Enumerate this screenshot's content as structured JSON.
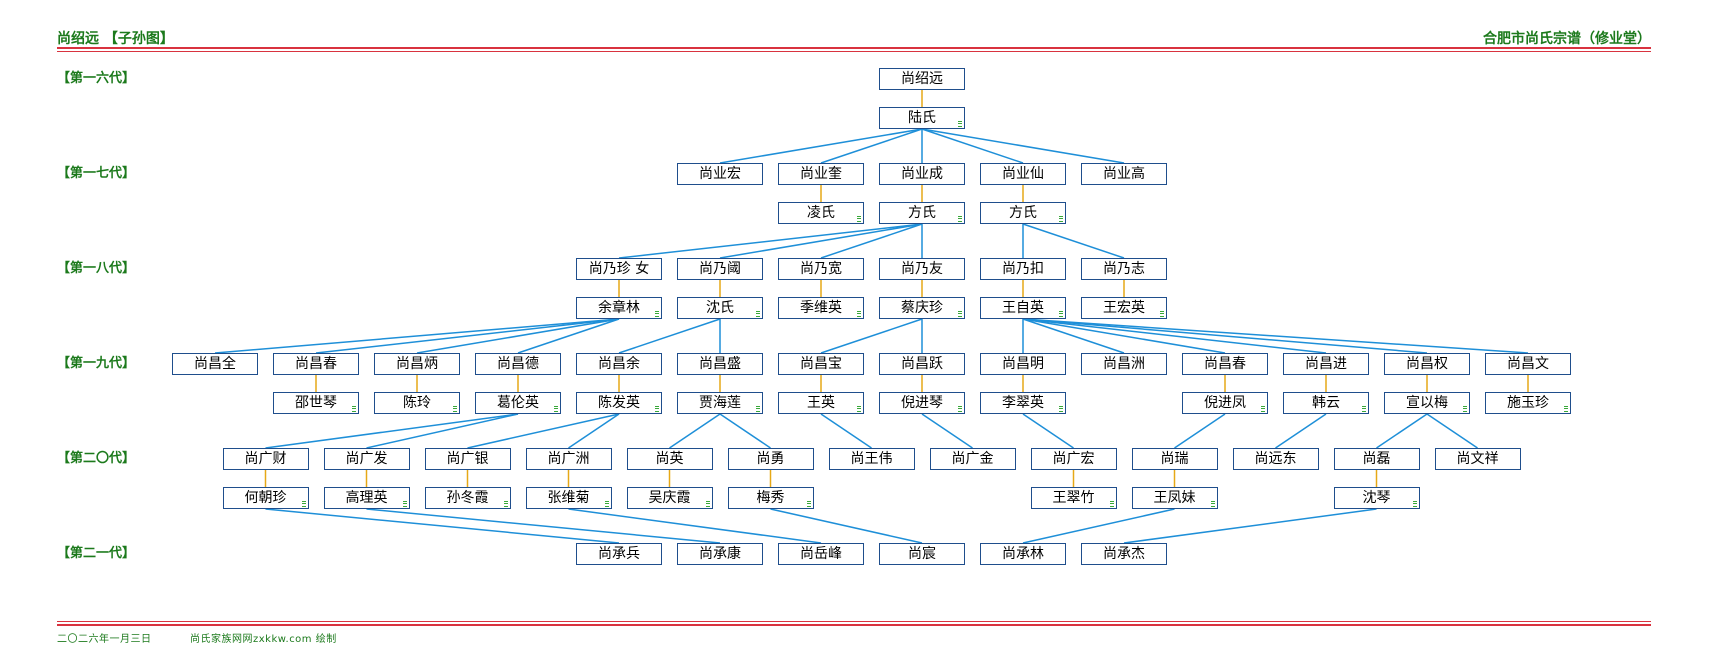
{
  "header": {
    "title_left": "尚绍远 【子孙图】",
    "title_right": "合肥市尚氏宗谱（修业堂）"
  },
  "footer": {
    "date": "二〇二六年一月三日",
    "site": "尚氏家族网网zxkkw.com 绘制"
  },
  "generations": [
    "【第一六代】",
    "【第一七代】",
    "【第一八代】",
    "【第一九代】",
    "【第二〇代】",
    "【第二一代】"
  ],
  "colors": {
    "title": "#1c7a1c",
    "rule": "#d9333f",
    "node_border": "#1f4e8c",
    "descent_line": "#1e8fd8",
    "spouse_line": "#e6a817",
    "marker": "#39a839"
  },
  "nodes": [
    {
      "id": "n1",
      "name": "尚绍远",
      "gen": 0,
      "slot": 7,
      "kind": "member"
    },
    {
      "id": "s1",
      "name": "陆氏",
      "gen": 0,
      "slot": 7,
      "kind": "spouse",
      "marked": true,
      "of": "n1"
    },
    {
      "id": "g17a",
      "name": "尚业宏",
      "gen": 1,
      "slot": 5,
      "kind": "member",
      "from": "s1"
    },
    {
      "id": "g17b",
      "name": "尚业奎",
      "gen": 1,
      "slot": 6,
      "kind": "member",
      "from": "s1"
    },
    {
      "id": "g17c",
      "name": "尚业成",
      "gen": 1,
      "slot": 7,
      "kind": "member",
      "from": "s1"
    },
    {
      "id": "g17d",
      "name": "尚业仙",
      "gen": 1,
      "slot": 8,
      "kind": "member",
      "from": "s1"
    },
    {
      "id": "g17e",
      "name": "尚业高",
      "gen": 1,
      "slot": 9,
      "kind": "member",
      "from": "s1"
    },
    {
      "id": "s17b",
      "name": "凌氏",
      "gen": 1,
      "slot": 6,
      "kind": "spouse",
      "marked": true,
      "of": "g17b"
    },
    {
      "id": "s17c",
      "name": "方氏",
      "gen": 1,
      "slot": 7,
      "kind": "spouse",
      "marked": true,
      "of": "g17c"
    },
    {
      "id": "s17d",
      "name": "方氏",
      "gen": 1,
      "slot": 8,
      "kind": "spouse",
      "marked": true,
      "of": "g17d"
    },
    {
      "id": "g18a",
      "name": "尚乃珍 女",
      "gen": 2,
      "slot": 4,
      "kind": "member",
      "from": "s17c"
    },
    {
      "id": "g18b",
      "name": "尚乃阈",
      "gen": 2,
      "slot": 5,
      "kind": "member",
      "from": "s17c"
    },
    {
      "id": "g18c",
      "name": "尚乃宽",
      "gen": 2,
      "slot": 6,
      "kind": "member",
      "from": "s17c"
    },
    {
      "id": "g18d",
      "name": "尚乃友",
      "gen": 2,
      "slot": 7,
      "kind": "member",
      "from": "s17c"
    },
    {
      "id": "g18e",
      "name": "尚乃扣",
      "gen": 2,
      "slot": 8,
      "kind": "member",
      "from": "s17d"
    },
    {
      "id": "g18f",
      "name": "尚乃志",
      "gen": 2,
      "slot": 9,
      "kind": "member",
      "from": "s17d"
    },
    {
      "id": "s18a",
      "name": "余章林",
      "gen": 2,
      "slot": 4,
      "kind": "spouse",
      "marked": true,
      "of": "g18a"
    },
    {
      "id": "s18b",
      "name": "沈氏",
      "gen": 2,
      "slot": 5,
      "kind": "spouse",
      "marked": true,
      "of": "g18b"
    },
    {
      "id": "s18c",
      "name": "季维英",
      "gen": 2,
      "slot": 6,
      "kind": "spouse",
      "marked": true,
      "of": "g18c"
    },
    {
      "id": "s18d",
      "name": "蔡庆珍",
      "gen": 2,
      "slot": 7,
      "kind": "spouse",
      "marked": true,
      "of": "g18d"
    },
    {
      "id": "s18e",
      "name": "王自英",
      "gen": 2,
      "slot": 8,
      "kind": "spouse",
      "marked": true,
      "of": "g18e"
    },
    {
      "id": "s18f",
      "name": "王宏英",
      "gen": 2,
      "slot": 9,
      "kind": "spouse",
      "marked": true,
      "of": "g18f"
    },
    {
      "id": "g19a",
      "name": "尚昌全",
      "gen": 3,
      "slot": 0,
      "kind": "member",
      "from": "s18a"
    },
    {
      "id": "g19b",
      "name": "尚昌春",
      "gen": 3,
      "slot": 1,
      "kind": "member",
      "from": "s18a"
    },
    {
      "id": "g19c",
      "name": "尚昌炳",
      "gen": 3,
      "slot": 2,
      "kind": "member",
      "from": "s18a"
    },
    {
      "id": "g19d",
      "name": "尚昌德",
      "gen": 3,
      "slot": 3,
      "kind": "member",
      "from": "s18a"
    },
    {
      "id": "g19e",
      "name": "尚昌余",
      "gen": 3,
      "slot": 4,
      "kind": "member",
      "from": "s18b"
    },
    {
      "id": "g19f",
      "name": "尚昌盛",
      "gen": 3,
      "slot": 5,
      "kind": "member",
      "from": "s18b"
    },
    {
      "id": "g19g",
      "name": "尚昌宝",
      "gen": 3,
      "slot": 6,
      "kind": "member",
      "from": "s18d"
    },
    {
      "id": "g19h",
      "name": "尚昌跃",
      "gen": 3,
      "slot": 7,
      "kind": "member",
      "from": "s18d"
    },
    {
      "id": "g19i",
      "name": "尚昌明",
      "gen": 3,
      "slot": 8,
      "kind": "member",
      "from": "s18e"
    },
    {
      "id": "g19j",
      "name": "尚昌洲",
      "gen": 3,
      "slot": 9,
      "kind": "member",
      "from": "s18e"
    },
    {
      "id": "g19k",
      "name": "尚昌春",
      "gen": 3,
      "slot": 10,
      "kind": "member",
      "from": "s18e"
    },
    {
      "id": "g19l",
      "name": "尚昌进",
      "gen": 3,
      "slot": 11,
      "kind": "member",
      "from": "s18e"
    },
    {
      "id": "g19m",
      "name": "尚昌权",
      "gen": 3,
      "slot": 12,
      "kind": "member",
      "from": "s18e"
    },
    {
      "id": "g19n",
      "name": "尚昌文",
      "gen": 3,
      "slot": 13,
      "kind": "member",
      "from": "s18e"
    },
    {
      "id": "s19b",
      "name": "邵世琴",
      "gen": 3,
      "slot": 1,
      "kind": "spouse",
      "marked": true,
      "of": "g19b"
    },
    {
      "id": "s19c",
      "name": "陈玲",
      "gen": 3,
      "slot": 2,
      "kind": "spouse",
      "marked": true,
      "of": "g19c"
    },
    {
      "id": "s19d",
      "name": "葛伦英",
      "gen": 3,
      "slot": 3,
      "kind": "spouse",
      "marked": true,
      "of": "g19d"
    },
    {
      "id": "s19e",
      "name": "陈发英",
      "gen": 3,
      "slot": 4,
      "kind": "spouse",
      "marked": true,
      "of": "g19e"
    },
    {
      "id": "s19f",
      "name": "贾海莲",
      "gen": 3,
      "slot": 5,
      "kind": "spouse",
      "marked": true,
      "of": "g19f"
    },
    {
      "id": "s19g",
      "name": "王英",
      "gen": 3,
      "slot": 6,
      "kind": "spouse",
      "marked": true,
      "of": "g19g"
    },
    {
      "id": "s19h",
      "name": "倪进琴",
      "gen": 3,
      "slot": 7,
      "kind": "spouse",
      "marked": true,
      "of": "g19h"
    },
    {
      "id": "s19i",
      "name": "李翠英",
      "gen": 3,
      "slot": 8,
      "kind": "spouse",
      "marked": true,
      "of": "g19i"
    },
    {
      "id": "s19k",
      "name": "倪进凤",
      "gen": 3,
      "slot": 10,
      "kind": "spouse",
      "marked": true,
      "of": "g19k"
    },
    {
      "id": "s19l",
      "name": "韩云",
      "gen": 3,
      "slot": 11,
      "kind": "spouse",
      "marked": true,
      "of": "g19l"
    },
    {
      "id": "s19m",
      "name": "宣以梅",
      "gen": 3,
      "slot": 12,
      "kind": "spouse",
      "marked": true,
      "of": "g19m"
    },
    {
      "id": "s19n",
      "name": "施玉珍",
      "gen": 3,
      "slot": 13,
      "kind": "spouse",
      "marked": true,
      "of": "g19n"
    },
    {
      "id": "g20a",
      "name": "尚广财",
      "gen": 4,
      "slot": 0.5,
      "kind": "member",
      "from": "s19d"
    },
    {
      "id": "g20b",
      "name": "尚广发",
      "gen": 4,
      "slot": 1.5,
      "kind": "member",
      "from": "s19d"
    },
    {
      "id": "g20c",
      "name": "尚广银",
      "gen": 4,
      "slot": 2.5,
      "kind": "member",
      "from": "s19e"
    },
    {
      "id": "g20d",
      "name": "尚广洲",
      "gen": 4,
      "slot": 3.5,
      "kind": "member",
      "from": "s19e"
    },
    {
      "id": "g20e",
      "name": "尚英",
      "gen": 4,
      "slot": 4.5,
      "kind": "member",
      "from": "s19f"
    },
    {
      "id": "g20f",
      "name": "尚勇",
      "gen": 4,
      "slot": 5.5,
      "kind": "member",
      "from": "s19f"
    },
    {
      "id": "g20g",
      "name": "尚王伟",
      "gen": 4,
      "slot": 6.5,
      "kind": "member",
      "from": "s19g"
    },
    {
      "id": "g20h",
      "name": "尚广金",
      "gen": 4,
      "slot": 7.5,
      "kind": "member",
      "from": "s19h"
    },
    {
      "id": "g20i",
      "name": "尚广宏",
      "gen": 4,
      "slot": 8.5,
      "kind": "member",
      "from": "s19i"
    },
    {
      "id": "g20j",
      "name": "尚瑞",
      "gen": 4,
      "slot": 9.5,
      "kind": "member",
      "from": "s19k"
    },
    {
      "id": "g20k",
      "name": "尚远东",
      "gen": 4,
      "slot": 10.5,
      "kind": "member",
      "from": "s19l"
    },
    {
      "id": "g20l",
      "name": "尚磊",
      "gen": 4,
      "slot": 11.5,
      "kind": "member",
      "from": "s19m"
    },
    {
      "id": "g20m",
      "name": "尚文祥",
      "gen": 4,
      "slot": 12.5,
      "kind": "member",
      "from": "s19m"
    },
    {
      "id": "s20a",
      "name": "何朝珍",
      "gen": 4,
      "slot": 0.5,
      "kind": "spouse",
      "marked": true,
      "of": "g20a"
    },
    {
      "id": "s20b",
      "name": "高理英",
      "gen": 4,
      "slot": 1.5,
      "kind": "spouse",
      "marked": true,
      "of": "g20b"
    },
    {
      "id": "s20c",
      "name": "孙冬霞",
      "gen": 4,
      "slot": 2.5,
      "kind": "spouse",
      "marked": true,
      "of": "g20c"
    },
    {
      "id": "s20d",
      "name": "张维菊",
      "gen": 4,
      "slot": 3.5,
      "kind": "spouse",
      "marked": true,
      "of": "g20d"
    },
    {
      "id": "s20e",
      "name": "吴庆霞",
      "gen": 4,
      "slot": 4.5,
      "kind": "spouse",
      "marked": true,
      "of": "g20e"
    },
    {
      "id": "s20f",
      "name": "梅秀",
      "gen": 4,
      "slot": 5.5,
      "kind": "spouse",
      "marked": true,
      "of": "g20f"
    },
    {
      "id": "s20i",
      "name": "王翠竹",
      "gen": 4,
      "slot": 8.5,
      "kind": "spouse",
      "marked": true,
      "of": "g20i"
    },
    {
      "id": "s20j",
      "name": "王凤妹",
      "gen": 4,
      "slot": 9.5,
      "kind": "spouse",
      "marked": true,
      "of": "g20j"
    },
    {
      "id": "s20l",
      "name": "沈琴",
      "gen": 4,
      "slot": 11.5,
      "kind": "spouse",
      "marked": true,
      "of": "g20l"
    },
    {
      "id": "g21a",
      "name": "尚承兵",
      "gen": 5,
      "slot": 4,
      "kind": "member",
      "from": "s20a"
    },
    {
      "id": "g21b",
      "name": "尚承康",
      "gen": 5,
      "slot": 5,
      "kind": "member",
      "from": "s20b"
    },
    {
      "id": "g21c",
      "name": "尚岳峰",
      "gen": 5,
      "slot": 6,
      "kind": "member",
      "from": "s20d"
    },
    {
      "id": "g21d",
      "name": "尚宸",
      "gen": 5,
      "slot": 7,
      "kind": "member",
      "from": "s20f"
    },
    {
      "id": "g21e",
      "name": "尚承林",
      "gen": 5,
      "slot": 8,
      "kind": "member",
      "from": "s20j"
    },
    {
      "id": "g21f",
      "name": "尚承杰",
      "gen": 5,
      "slot": 9,
      "kind": "member",
      "from": "s20l"
    }
  ]
}
